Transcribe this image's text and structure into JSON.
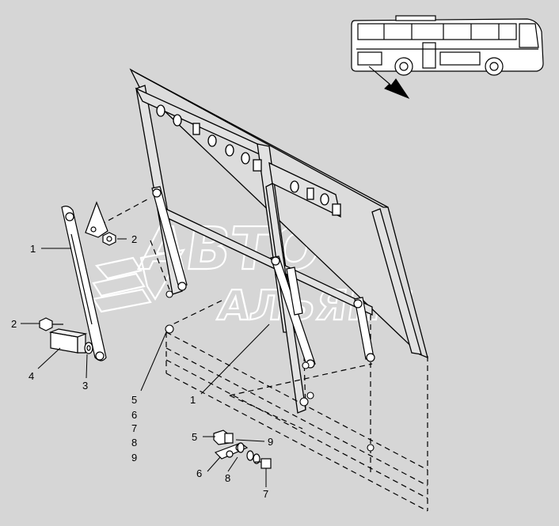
{
  "diagram": {
    "callouts": {
      "strut_left": "1",
      "nut_left_top": "2",
      "nut_left_bottom": "2",
      "washer_left": "3",
      "bracket_left": "4",
      "group_5": "5",
      "group_6": "6",
      "group_7": "7",
      "group_8": "8",
      "group_9": "9",
      "strut_center": "1",
      "detail_5": "5",
      "detail_6": "6",
      "detail_7": "7",
      "detail_8": "8",
      "detail_9": "9"
    },
    "watermark": {
      "line1": "АВТО",
      "line2": "АЛЬЯНС"
    }
  },
  "colors": {
    "background": "#d6d6d6",
    "line": "#000000",
    "part_fill": "#ffffff",
    "watermark": "#ffffff"
  }
}
